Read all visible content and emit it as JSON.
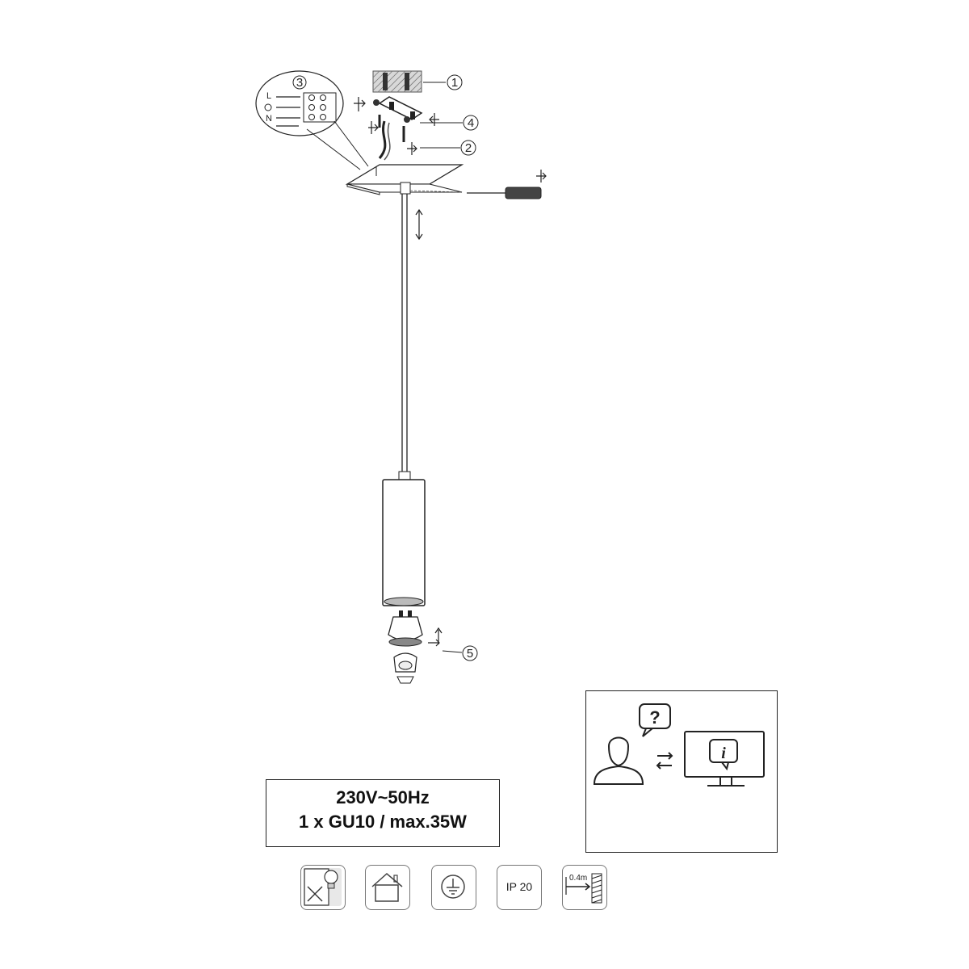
{
  "callouts": {
    "c1": "1",
    "c2": "2",
    "c3": "3",
    "c4": "4",
    "c5": "5"
  },
  "wiring": {
    "live": "L",
    "neutral": "N"
  },
  "specs": {
    "line1": "230V~50Hz",
    "line2": "1 x GU10 / max.35W"
  },
  "symbols": {
    "ip_rating": "IP 20",
    "distance": "0.4m",
    "icons": [
      "indoor-use-only-icon",
      "home-use-icon",
      "protective-earth-icon",
      "ip-rating-icon",
      "min-distance-icon",
      "no-dimmer-lamp-icon",
      "customer-support-icon"
    ]
  }
}
